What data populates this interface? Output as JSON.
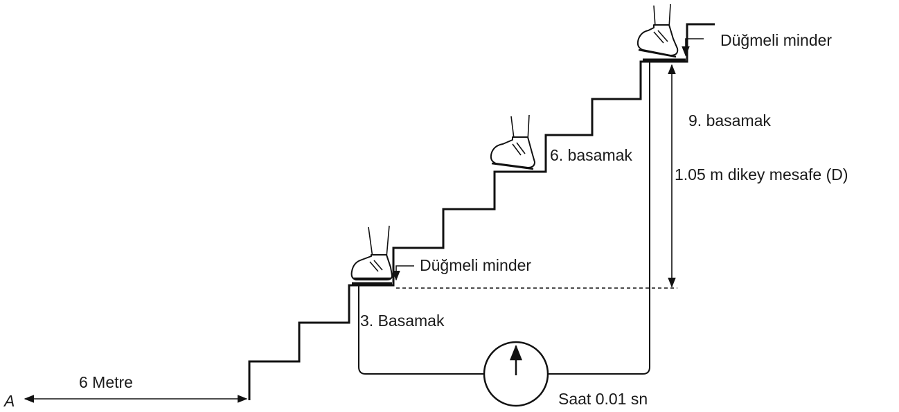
{
  "labels": {
    "start_point": "A",
    "approach_distance": "6 Metre",
    "step3": "3. Basamak",
    "step6": "6. basamak",
    "step9": "9. basamak",
    "switch_mat_lower": "Düğmeli minder",
    "switch_mat_upper": "Düğmeli minder",
    "vertical_distance": "1.05 m dikey mesafe (D)",
    "timer": "Saat 0.01 sn"
  }
}
